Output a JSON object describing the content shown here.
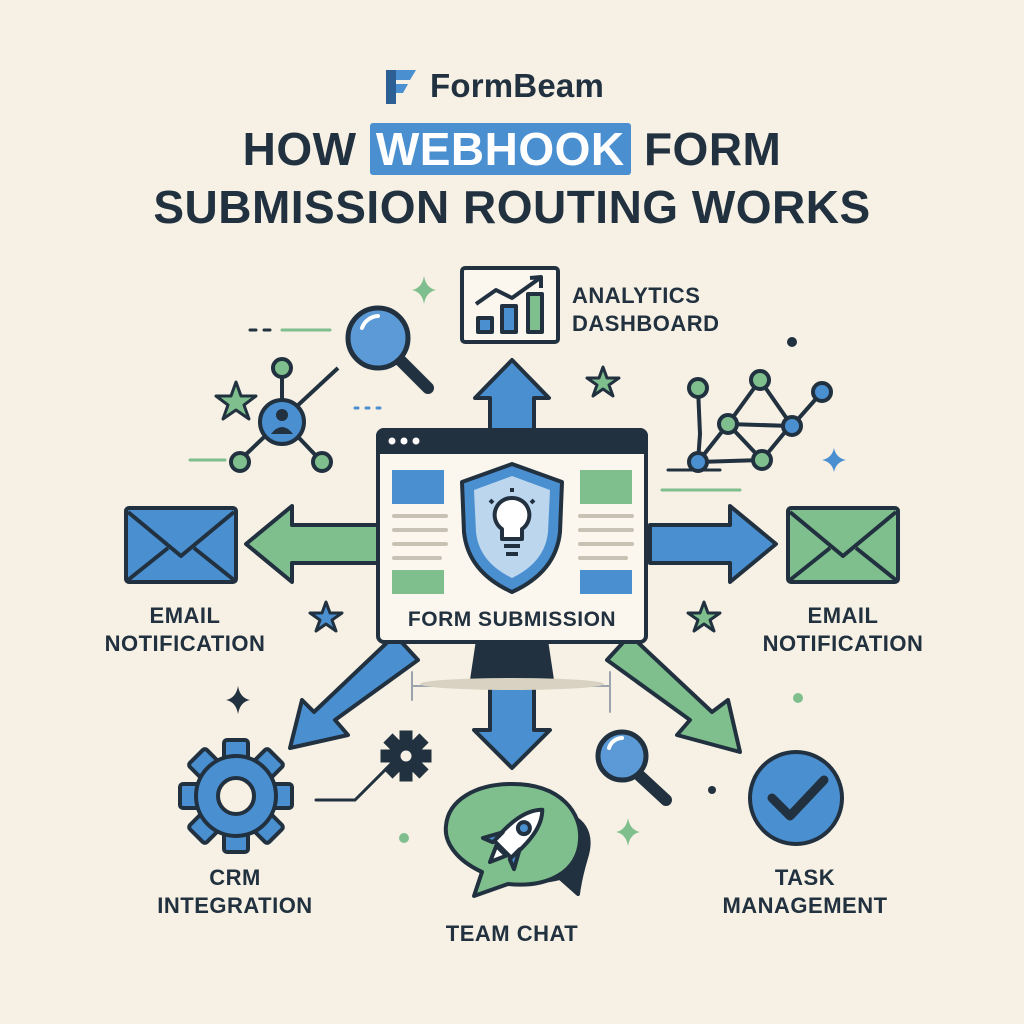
{
  "brand": {
    "name": "FormBeam"
  },
  "title": {
    "line1_prefix": "HOW",
    "line1_highlight": "WEBHOOK",
    "line1_suffix": "FORM",
    "line2": "SUBMISSION ROUTING WORKS"
  },
  "center": {
    "label": "FORM SUBMISSION"
  },
  "destinations": {
    "analytics": {
      "line1": "ANALYTICS",
      "line2": "DASHBOARD"
    },
    "email_left": {
      "line1": "EMAIL",
      "line2": "NOTIFICATION"
    },
    "email_right": {
      "line1": "EMAIL",
      "line2": "NOTIFICATION"
    },
    "crm": {
      "line1": "CRM",
      "line2": "INTEGRATION"
    },
    "team_chat": {
      "line1": "TEAM CHAT"
    },
    "task": {
      "line1": "TASK",
      "line2": "MANAGEMENT"
    }
  },
  "colors": {
    "background": "#f6f1e4",
    "ink": "#22313f",
    "blue": "#4a8fd0",
    "green": "#7fbf8e",
    "light_green": "#a8d5b3"
  },
  "icons": [
    "logo-icon",
    "analytics-chart-icon",
    "magnifier-icon",
    "network-user-icon",
    "network-graph-icon",
    "envelope-icon",
    "shield-bulb-icon",
    "gear-icon",
    "chat-rocket-icon",
    "checkmark-circle-icon",
    "star-icon",
    "sparkle-icon"
  ]
}
